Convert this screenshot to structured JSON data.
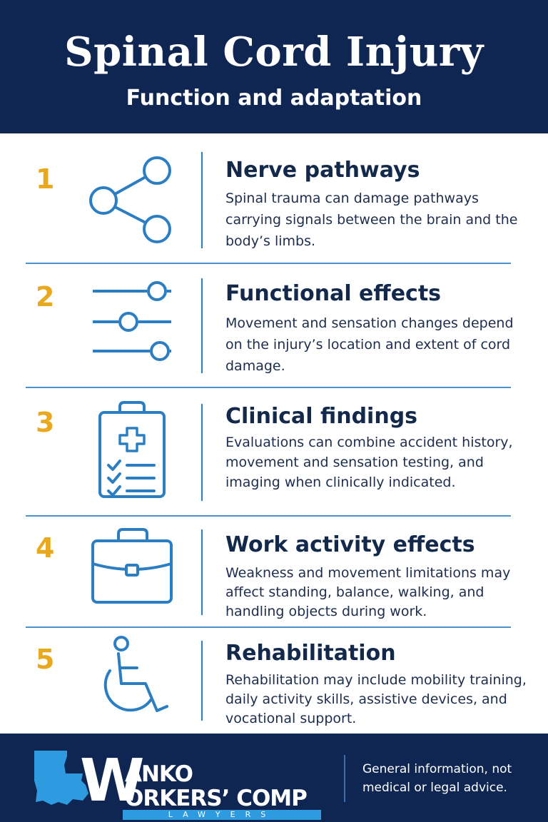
{
  "header": {
    "title": "Spinal Cord Injury",
    "subtitle": "Function and adaptation"
  },
  "sections": [
    {
      "number": "1",
      "title": "Nerve pathways",
      "body": "Spinal trauma can damage pathways carrying signals between the brain and the body’s limbs.",
      "icon": "share-network-icon"
    },
    {
      "number": "2",
      "title": "Functional effects",
      "body": "Movement and sensation changes depend on the injury’s location and extent of cord damage.",
      "icon": "sliders-icon"
    },
    {
      "number": "3",
      "title": "Clinical findings",
      "body": "Evaluations can combine accident history, movement and sensation testing, and imaging when clinically indicated.",
      "icon": "medical-clipboard-icon"
    },
    {
      "number": "4",
      "title": "Work activity effects",
      "body": "Weakness and movement limitations may affect standing, balance, walking, and handling objects during work.",
      "icon": "briefcase-icon"
    },
    {
      "number": "5",
      "title": "Rehabilitation",
      "body": "Rehabilitation may include mobility training, daily activity skills, assistive devices, and vocational support.",
      "icon": "wheelchair-icon"
    }
  ],
  "footer": {
    "logo": {
      "w": "W",
      "line1": "ANKO",
      "line2": "ORKERS’ COMP",
      "line3": "LAWYERS"
    },
    "disclaimer": "General information, not medical or legal advice."
  },
  "colors": {
    "navy": "#0f2552",
    "accent_blue": "#2c7ec2",
    "number_gold": "#e9a91f",
    "text": "#13294b"
  }
}
